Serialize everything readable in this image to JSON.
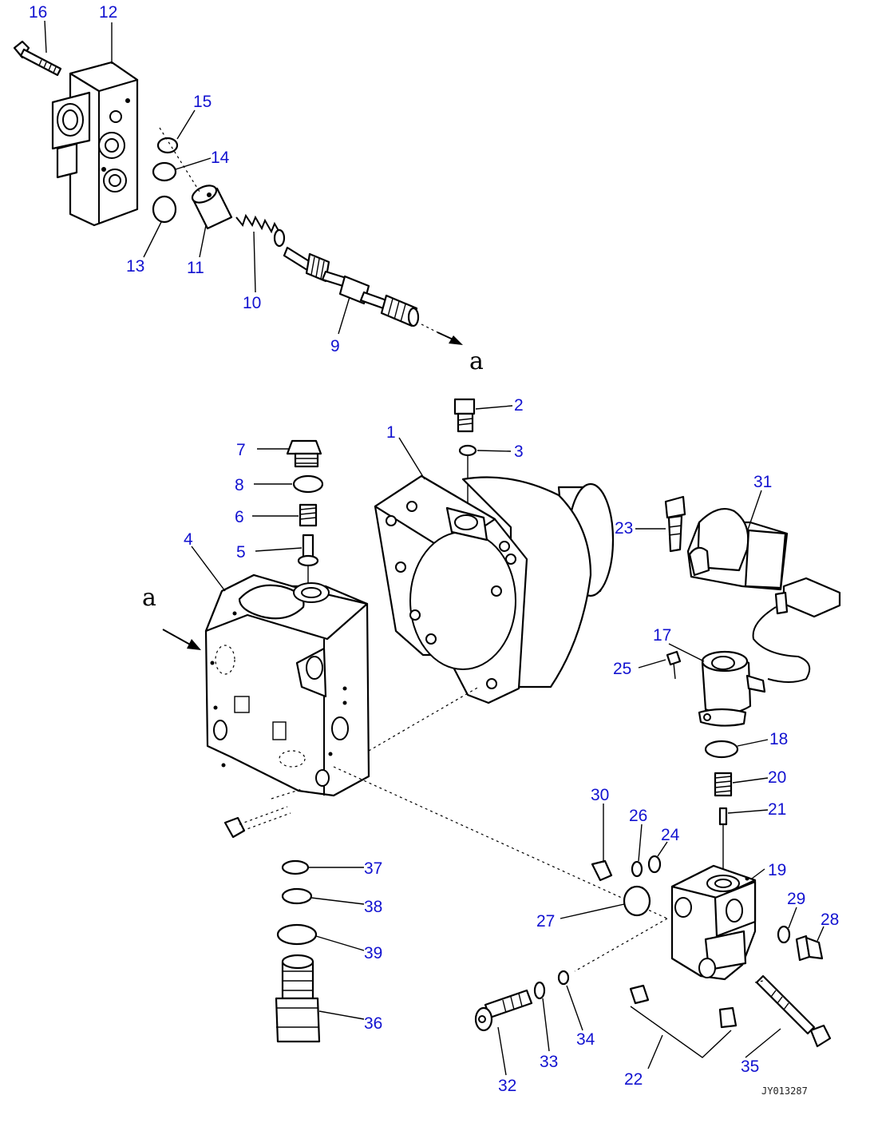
{
  "figure_id": "JY013287",
  "view_marker": "a",
  "part_labels": {
    "p1": "1",
    "p2": "2",
    "p3": "3",
    "p4": "4",
    "p5": "5",
    "p6": "6",
    "p7": "7",
    "p8": "8",
    "p9": "9",
    "p10": "10",
    "p11": "11",
    "p12": "12",
    "p13": "13",
    "p14": "14",
    "p15": "15",
    "p16": "16",
    "p17": "17",
    "p18": "18",
    "p19": "19",
    "p20": "20",
    "p21": "21",
    "p22": "22",
    "p23": "23",
    "p24": "24",
    "p25": "25",
    "p26": "26",
    "p27": "27",
    "p28": "28",
    "p29": "29",
    "p30": "30",
    "p31": "31",
    "p32": "32",
    "p33": "33",
    "p34": "34",
    "p35": "35",
    "p36": "36",
    "p37": "37",
    "p38": "38",
    "p39": "39"
  }
}
